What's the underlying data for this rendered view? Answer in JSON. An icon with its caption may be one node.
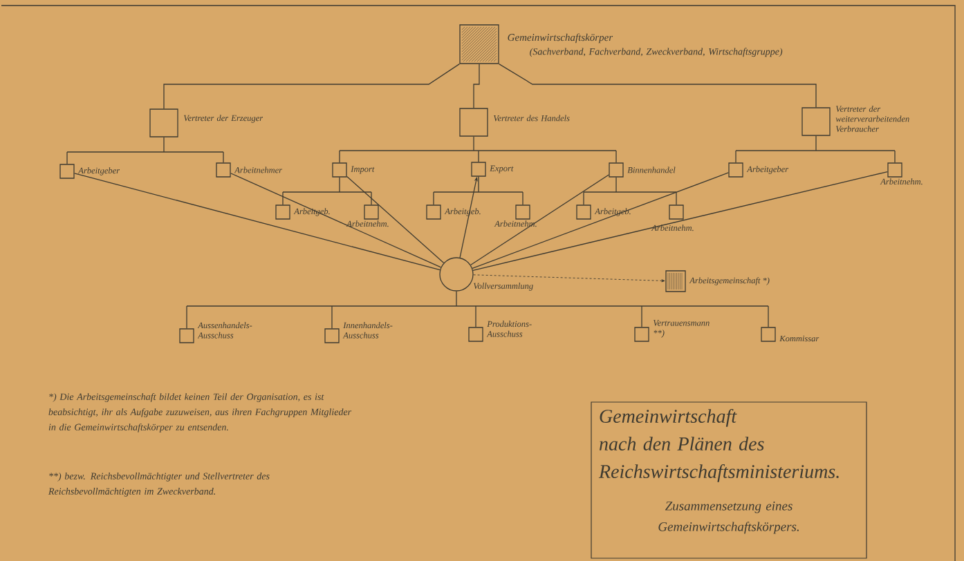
{
  "diagram": {
    "title": "Gemeinwirtschaft nach den Plänen des Reichswirtschaftsministeriums.",
    "caption": "Zusammensetzung eines Gemeinwirtschaftskörpers.",
    "nodes": [
      {
        "text": [
          "Gemeinwirtschaftskörper",
          "(Sachverband, Fachverband, Zweckverband, Wirtschaftsgruppe)"
        ]
      },
      {
        "text": [
          "Vertreter der Erzeuger"
        ]
      },
      {
        "text": [
          "Vertreter des Handels"
        ]
      },
      {
        "text": [
          "Vertreter der weiterverarbeitenden Verbraucher"
        ]
      },
      {
        "text": [
          "Arbeitgeber"
        ]
      },
      {
        "text": [
          "Arbeitnehmer"
        ]
      },
      {
        "text": [
          "Import"
        ]
      },
      {
        "text": [
          "Export"
        ]
      },
      {
        "text": [
          "Binnenhandel"
        ]
      },
      {
        "text": [
          "Arbeitgeber"
        ]
      },
      {
        "text": [
          "Arbeitnehm."
        ]
      },
      {
        "text": [
          "Arbeitgeb."
        ]
      },
      {
        "text": [
          "Arbeitnehm."
        ]
      },
      {
        "text": [
          "Arbeitgeb."
        ]
      },
      {
        "text": [
          "Arbeitnehm."
        ]
      },
      {
        "text": [
          "Arbeitgeb."
        ]
      },
      {
        "text": [
          "Arbeitnehm."
        ]
      },
      {
        "text": [
          "Vollversammlung"
        ]
      },
      {
        "text": [
          "Arbeitsgemeinschaft *)"
        ]
      },
      {
        "text": [
          "Aussenhandels-Ausschuss"
        ]
      },
      {
        "text": [
          "Innenhandels-Ausschuss"
        ]
      },
      {
        "text": [
          "Produktions-Ausschuss"
        ]
      },
      {
        "text": [
          "Vertrauensmann **)"
        ]
      },
      {
        "text": [
          "Kommissar"
        ]
      }
    ],
    "edges": [
      {
        "from": 0,
        "to": 1,
        "arrow": "none"
      },
      {
        "from": 0,
        "to": 2,
        "arrow": "none"
      },
      {
        "from": 0,
        "to": 3,
        "arrow": "none"
      },
      {
        "from": 1,
        "to": 4,
        "arrow": "none"
      },
      {
        "from": 1,
        "to": 5,
        "arrow": "none"
      },
      {
        "from": 2,
        "to": 6,
        "arrow": "none"
      },
      {
        "from": 2,
        "to": 7,
        "arrow": "none"
      },
      {
        "from": 2,
        "to": 8,
        "arrow": "none"
      },
      {
        "from": 3,
        "to": 9,
        "arrow": "none"
      },
      {
        "from": 3,
        "to": 10,
        "arrow": "none"
      },
      {
        "from": 6,
        "to": 11,
        "arrow": "none"
      },
      {
        "from": 6,
        "to": 12,
        "arrow": "none"
      },
      {
        "from": 7,
        "to": 13,
        "arrow": "none"
      },
      {
        "from": 7,
        "to": 14,
        "arrow": "none"
      },
      {
        "from": 8,
        "to": 15,
        "arrow": "none"
      },
      {
        "from": 8,
        "to": 16,
        "arrow": "none"
      },
      {
        "from": 4,
        "to": 17,
        "arrow": "none"
      },
      {
        "from": 5,
        "to": 17,
        "arrow": "none"
      },
      {
        "from": 6,
        "to": 17,
        "arrow": "none"
      },
      {
        "from": 17,
        "to": 7,
        "arrow": "to"
      },
      {
        "from": 8,
        "to": 17,
        "arrow": "none"
      },
      {
        "from": 9,
        "to": 17,
        "arrow": "none"
      },
      {
        "from": 10,
        "to": 17,
        "arrow": "none"
      },
      {
        "from": 17,
        "to": 18,
        "arrow": "to",
        "style": "dashed"
      },
      {
        "from": 17,
        "to": 19,
        "arrow": "none"
      },
      {
        "from": 17,
        "to": 20,
        "arrow": "none"
      },
      {
        "from": 17,
        "to": 21,
        "arrow": "none"
      },
      {
        "from": 17,
        "to": 22,
        "arrow": "none"
      },
      {
        "from": 17,
        "to": 23,
        "arrow": "none"
      }
    ],
    "labels": [
      "*) Die Arbeitsgemeinschaft bildet keinen Teil der Organisation, es ist beabsichtigt, ihr als Aufgabe zuzuweisen, aus ihren Fachgruppen Mitglieder in die Gemeinwirtschaftskörper zu entsenden.",
      "**) bezw. Reichsbevollmächtigter und Stellvertreter des Reichsbevollmächtigten im Zweckverband."
    ]
  }
}
